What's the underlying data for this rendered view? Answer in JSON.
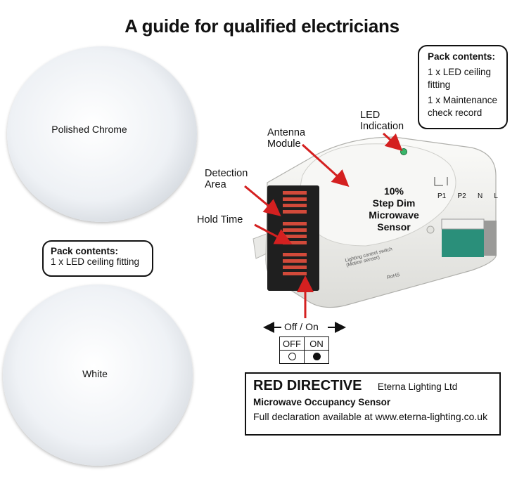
{
  "title": "A guide for qualified electricians",
  "fittings": {
    "chrome_label": "Polished Chrome",
    "white_label": "White"
  },
  "pack_chrome": {
    "heading": "Pack contents:",
    "line1": "1 x LED ceiling fitting"
  },
  "pack_sensor": {
    "heading": "Pack contents:",
    "item1_a": "1 x LED ceiling",
    "item1_b": "fitting",
    "item2_a": "1 x Maintenance",
    "item2_b": "check record"
  },
  "callouts": {
    "led_a": "LED",
    "led_b": "Indication",
    "antenna_a": "Antenna",
    "antenna_b": "Module",
    "detection_a": "Detection",
    "detection_b": "Area",
    "hold_time": "Hold Time"
  },
  "sensor": {
    "line1": "10%",
    "line2": "Step Dim",
    "line3": "Microwave",
    "line4": "Sensor",
    "terminals": [
      "P1",
      "P2",
      "N",
      "L"
    ],
    "small_print": "Lighting control switch",
    "small_print2": "(Motion sensor)",
    "brand_mark": "RoHS"
  },
  "switch": {
    "label": "Off / On",
    "off": "OFF",
    "on": "ON"
  },
  "directive": {
    "heading": "RED DIRECTIVE",
    "company": "Eterna Lighting Ltd",
    "subtitle": "Microwave Occupancy Sensor",
    "declaration": "Full declaration available at www.eterna-lighting.co.uk"
  },
  "colors": {
    "arrow_red": "#d42020",
    "sensor_body": "#f3f3f0",
    "dip_bg": "#1f1f1f",
    "terminal_green": "#2a8f7a"
  }
}
